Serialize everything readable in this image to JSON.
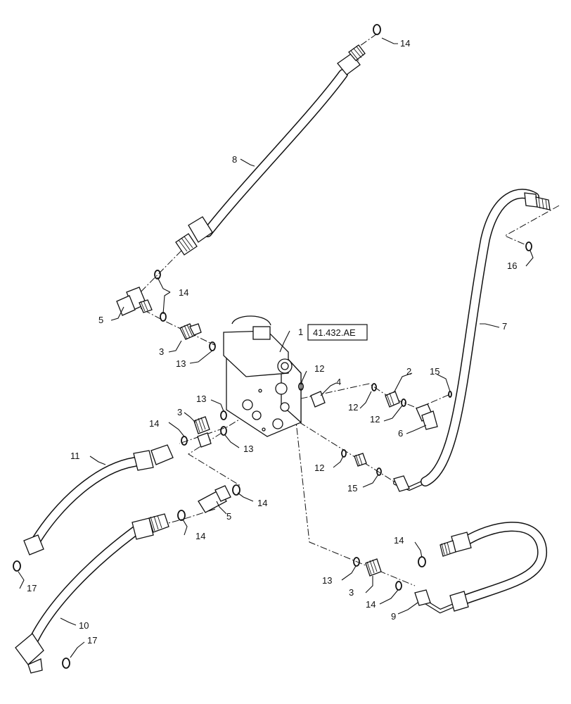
{
  "reference": {
    "label": "41.432.AE"
  },
  "callouts": {
    "c1": "1",
    "c2": "2",
    "c3a": "3",
    "c3b": "3",
    "c3c": "3",
    "c4": "4",
    "c5a": "5",
    "c5b": "5",
    "c6": "6",
    "c7": "7",
    "c8": "8",
    "c9": "9",
    "c10": "10",
    "c11": "11",
    "c12a": "12",
    "c12b": "12",
    "c12c": "12",
    "c12d": "12",
    "c13a": "13",
    "c13b": "13",
    "c13c": "13",
    "c13d": "13",
    "c14a": "14",
    "c14b": "14",
    "c14c": "14",
    "c14d": "14",
    "c14e": "14",
    "c14f": "14",
    "c14g": "14",
    "c15a": "15",
    "c15b": "15",
    "c16": "16",
    "c17a": "17",
    "c17b": "17"
  }
}
